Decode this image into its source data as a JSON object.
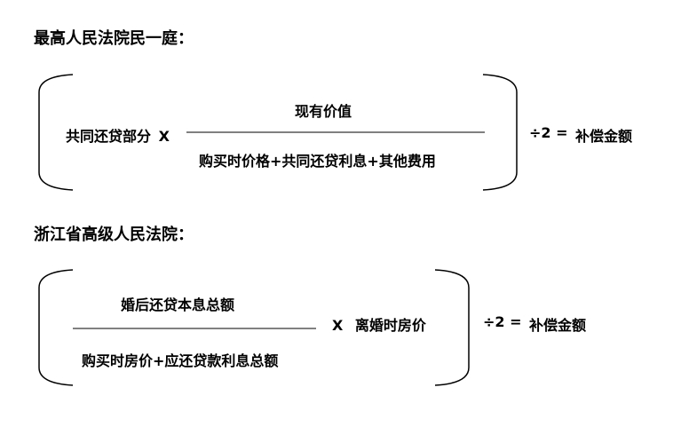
{
  "formula1": {
    "heading": "最高人民法院民一庭：",
    "multiplicand": "共同还贷部分",
    "times": "X",
    "numerator": "现有价值",
    "denominator": "购买时价格+共同还贷利息+其他费用",
    "divide": "÷2 =",
    "result": "补偿金额"
  },
  "formula2": {
    "heading": "浙江省高级人民法院：",
    "numerator": "婚后还贷本息总额",
    "denominator": "购买时房价+应还贷款利息总额",
    "times": "X",
    "multiplicand": "离婚时房价",
    "divide": "÷2 =",
    "result": "补偿金额"
  }
}
